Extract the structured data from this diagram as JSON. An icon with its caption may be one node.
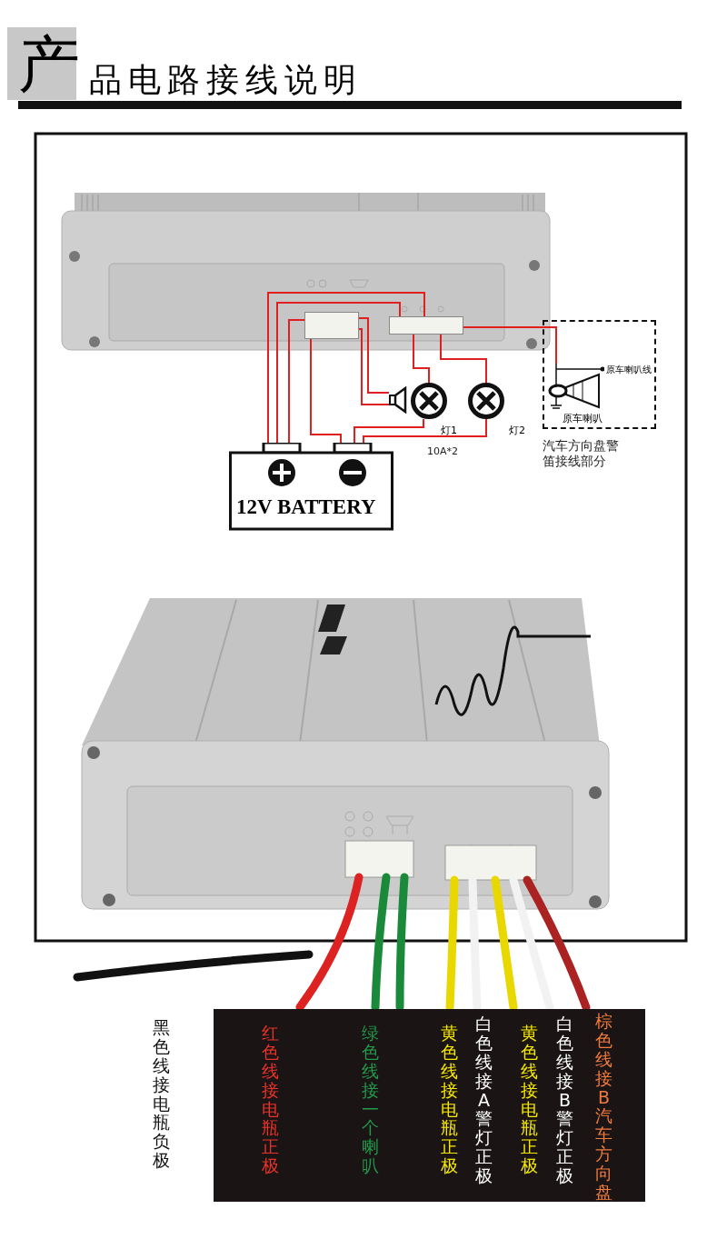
{
  "diagram": {
    "title": "产品电路接线说明",
    "nodes": [
      {
        "text": [],
        "shape": "box"
      },
      {
        "text": [],
        "shape": "box"
      },
      {
        "text": [
          "12V BATTERY"
        ]
      },
      {
        "text": [],
        "shape": "speaker"
      },
      {
        "text": [],
        "shape": "circle",
        "beside": [
          "灯1"
        ]
      },
      {
        "text": [],
        "shape": "circle",
        "beside": [
          "灯2"
        ]
      },
      {
        "text": [
          "汽车方向盘警笛接线部分"
        ]
      },
      {
        "text": [],
        "shape": "picture",
        "beside": [
          "原车喇叭",
          "原车喇叭线"
        ],
        "in": 6
      },
      {
        "text": [
          "红色线接电瓶正极",
          "绿色线接一个喇叭",
          "黄色线接电瓶正极",
          "白色线接A警灯正极",
          "黄色线接电瓶正极",
          "白色线接B警灯正极",
          "棕色线接B汽车方向盘"
        ]
      }
    ],
    "edges": [
      {
        "from": 0,
        "to": 2,
        "arrow": "none"
      },
      {
        "from": 1,
        "to": 2,
        "arrow": "none"
      },
      {
        "from": 1,
        "to": 2,
        "arrow": "none"
      },
      {
        "from": 0,
        "to": 2,
        "arrow": "none"
      },
      {
        "from": 0,
        "to": 3,
        "arrow": "none"
      },
      {
        "from": 0,
        "to": 3,
        "arrow": "none"
      },
      {
        "from": 1,
        "to": 4,
        "arrow": "none"
      },
      {
        "from": 4,
        "to": 2,
        "arrow": "none"
      },
      {
        "from": 1,
        "to": 5,
        "arrow": "none"
      },
      {
        "from": 5,
        "to": 2,
        "arrow": "none"
      },
      {
        "from": 1,
        "to": 7,
        "arrow": "none"
      }
    ],
    "labels": [
      "10A*2",
      "黑色线接电瓶负极"
    ]
  }
}
